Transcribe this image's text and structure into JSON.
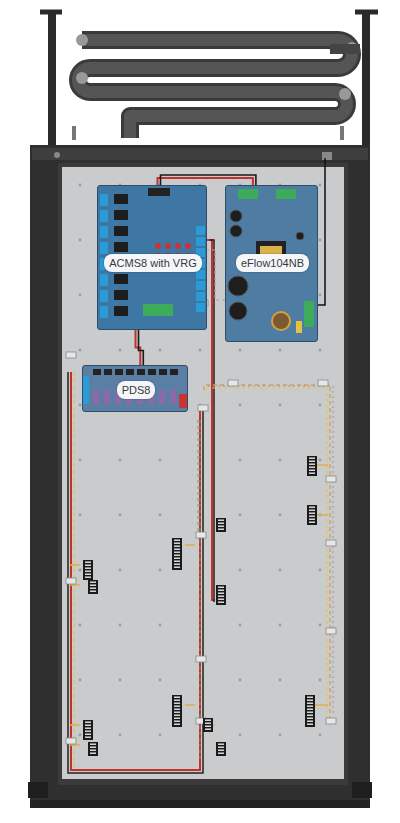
{
  "diagram": {
    "nodes": [
      {
        "text": [
          "ACMS8 with VRG"
        ]
      },
      {
        "text": [
          "eFlow104NB"
        ]
      },
      {
        "text": [
          "PDS8"
        ]
      }
    ],
    "edges": [
      {
        "from": 1,
        "to": 0,
        "arrow": "none"
      },
      {
        "from": 0,
        "to": 2,
        "arrow": "none"
      }
    ]
  }
}
